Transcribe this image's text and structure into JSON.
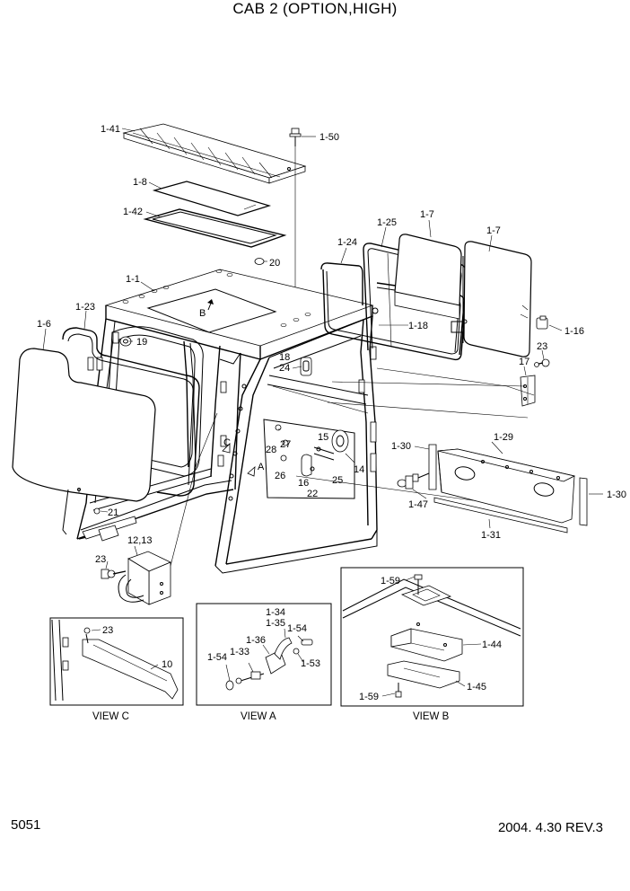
{
  "title": "CAB 2 (OPTION,HIGH)",
  "page_number": "5051",
  "revision": "2004. 4.30 REV.3",
  "views": {
    "view_c": "VIEW C",
    "view_a": "VIEW A",
    "view_b": "VIEW B"
  },
  "callouts": {
    "p1_41": "1-41",
    "p1_50": "1-50",
    "p1_8": "1-8",
    "p1_42": "1-42",
    "p1_25": "1-25",
    "p1_7a": "1-7",
    "p1_7b": "1-7",
    "p1_24": "1-24",
    "p20": "20",
    "p1_1": "1-1",
    "pB": "B",
    "p1_23": "1-23",
    "p1_6": "1-6",
    "p19": "19",
    "p1_18": "1-18",
    "p1_16": "1-16",
    "p23a": "23",
    "p17": "17",
    "p18": "18",
    "p24": "24",
    "p28": "28",
    "p27": "27",
    "p15": "15",
    "pC": "C",
    "p1_29": "1-29",
    "p1_30a": "1-30",
    "pA": "A",
    "p26": "26",
    "p16": "16",
    "p14": "14",
    "p25": "25",
    "p22": "22",
    "p1_30b": "1-30",
    "p1_47": "1-47",
    "p1_31": "1-31",
    "p21": "21",
    "p12_13": "12,13",
    "p23b": "23",
    "p1_59a": "1-59",
    "p1_34": "1-34",
    "p1_35": "1-35",
    "p1_54a": "1-54",
    "p23c": "23",
    "p1_36": "1-36",
    "p1_44": "1-44",
    "p1_54b": "1-54",
    "p1_33": "1-33",
    "p1_53": "1-53",
    "p10": "10",
    "p1_45": "1-45",
    "p1_59b": "1-59"
  }
}
